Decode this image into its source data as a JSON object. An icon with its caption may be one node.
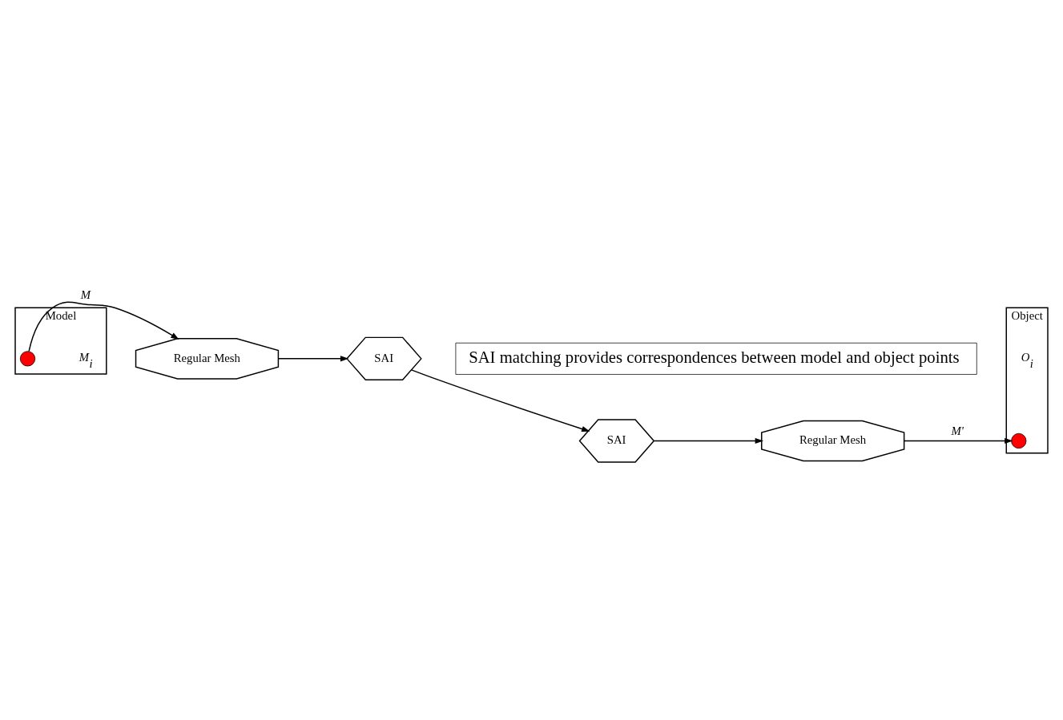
{
  "diagram": {
    "nodes": [
      {
        "text": [
          "Model"
        ],
        "beside": [
          "M$_{i}$"
        ]
      },
      {
        "text": [],
        "shape": "circle",
        "in": 0
      },
      {
        "text": [
          "Regular Mesh"
        ]
      },
      {
        "text": [
          "SAI"
        ]
      },
      {
        "text": [
          "SAI matching provides correspondences between model and object points"
        ]
      },
      {
        "text": [
          "Object"
        ],
        "beside": [
          "O$_{i}$"
        ]
      },
      {
        "text": [],
        "shape": "circle",
        "in": 5
      },
      {
        "text": [
          "Regular Mesh"
        ]
      },
      {
        "text": [
          "SAI"
        ]
      }
    ],
    "edges": [
      {
        "from": 1,
        "to": 2,
        "arrow": "to",
        "label": "M"
      },
      {
        "from": 2,
        "to": 3,
        "arrow": "to"
      },
      {
        "from": 3,
        "to": 8,
        "arrow": "to"
      },
      {
        "from": 8,
        "to": 7,
        "arrow": "to"
      },
      {
        "from": 7,
        "to": 6,
        "arrow": "to",
        "label": "M'"
      }
    ]
  }
}
